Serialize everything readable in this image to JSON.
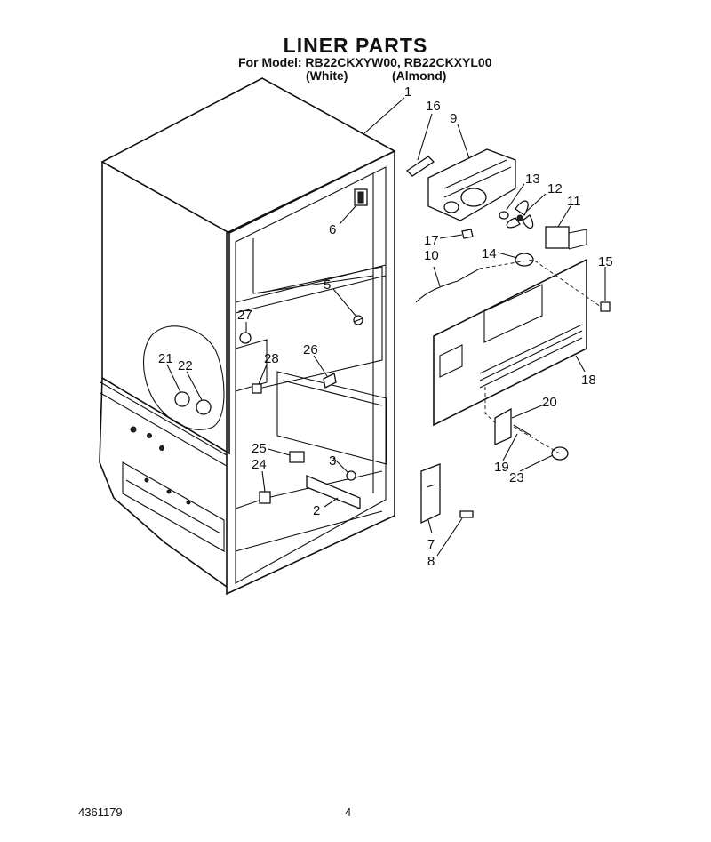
{
  "title": "LINER PARTS",
  "model_line": "For Model: RB22CKXYW00,  RB22CKXYL00",
  "colors": [
    "(White)",
    "(Almond)"
  ],
  "footer_left": "4361179",
  "footer_page": "4",
  "callouts": [
    "1",
    "16",
    "9",
    "13",
    "12",
    "11",
    "6",
    "17",
    "10",
    "14",
    "15",
    "5",
    "27",
    "18",
    "26",
    "28",
    "21",
    "22",
    "20",
    "25",
    "3",
    "24",
    "19",
    "23",
    "2",
    "7",
    "8"
  ]
}
